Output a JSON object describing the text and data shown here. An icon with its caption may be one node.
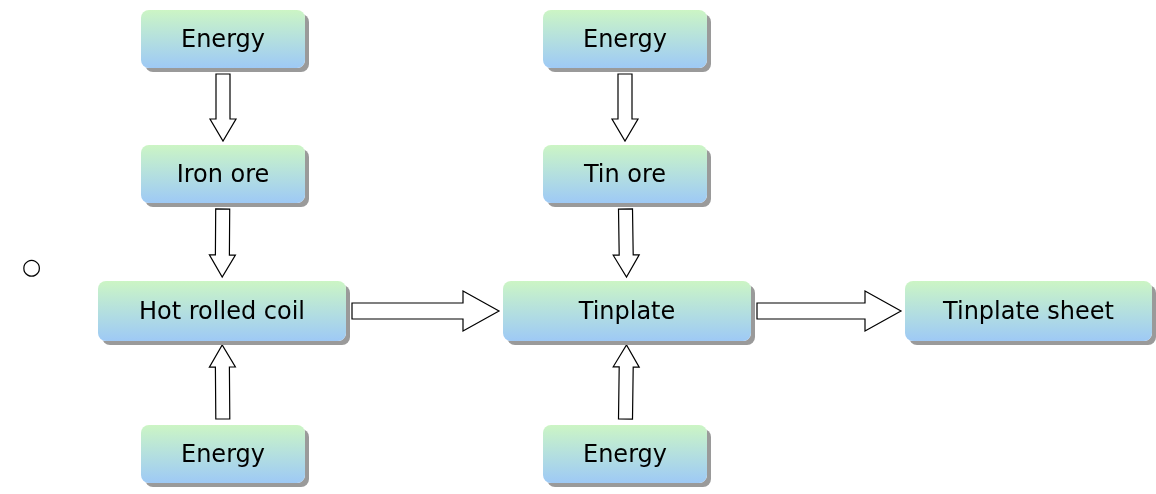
{
  "diagram": {
    "nodes": [
      {
        "text": [
          "Energy"
        ]
      },
      {
        "text": [
          "Iron ore"
        ]
      },
      {
        "text": [
          "Hot rolled coil"
        ]
      },
      {
        "text": [
          "Energy"
        ]
      },
      {
        "text": [
          "Energy"
        ]
      },
      {
        "text": [
          "Tin ore"
        ]
      },
      {
        "text": [
          "Tinplate"
        ]
      },
      {
        "text": [
          "Energy"
        ]
      },
      {
        "text": [
          "Tinplate sheet"
        ]
      }
    ],
    "edges": [
      {
        "from": 0,
        "to": 1,
        "arrow": "to"
      },
      {
        "from": 1,
        "to": 2,
        "arrow": "to"
      },
      {
        "from": 3,
        "to": 2,
        "arrow": "to"
      },
      {
        "from": 4,
        "to": 5,
        "arrow": "to"
      },
      {
        "from": 5,
        "to": 6,
        "arrow": "to"
      },
      {
        "from": 7,
        "to": 6,
        "arrow": "to"
      },
      {
        "from": 2,
        "to": 6,
        "arrow": "to"
      },
      {
        "from": 6,
        "to": 8,
        "arrow": "to"
      }
    ],
    "labels": [
      "○"
    ]
  }
}
